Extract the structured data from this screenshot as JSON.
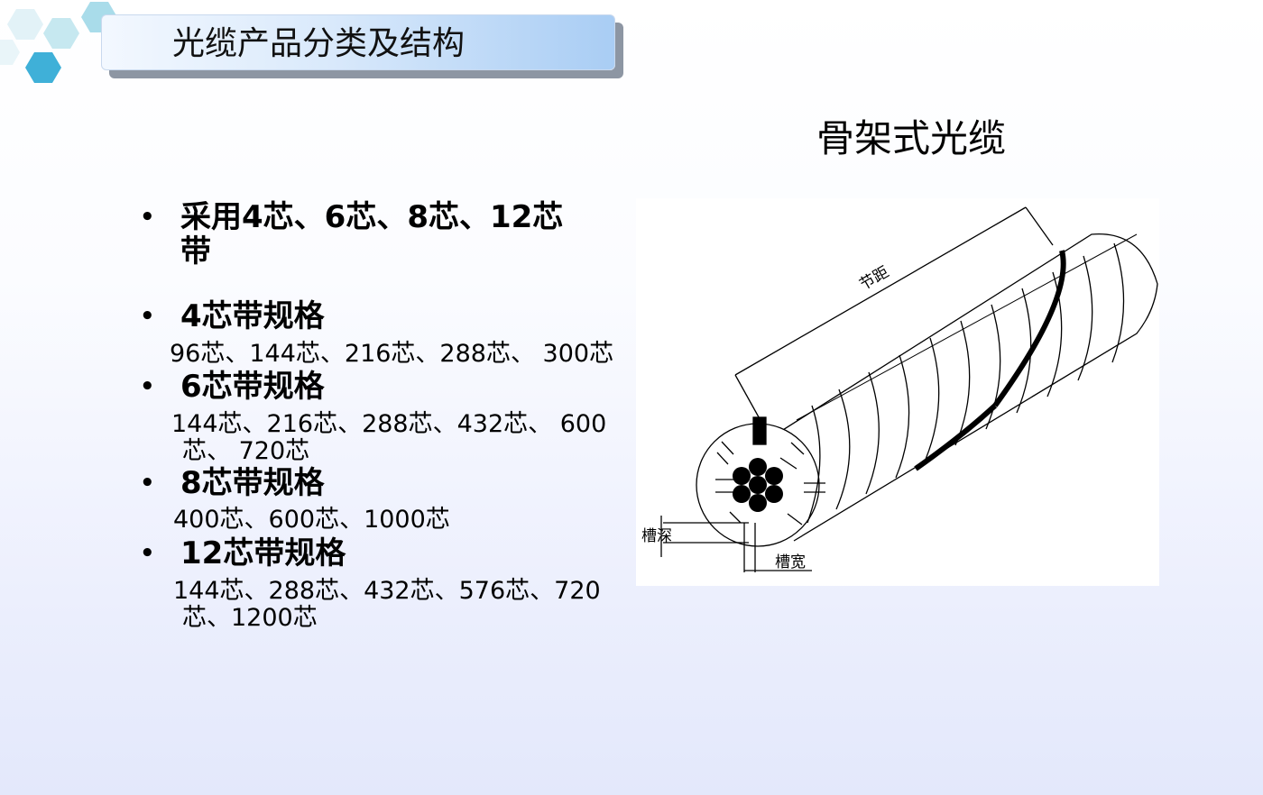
{
  "header": {
    "title": "光缆产品分类及结构"
  },
  "diagram": {
    "title": "骨架式光缆",
    "label_pitch": "节距",
    "label_slot_depth": "槽深",
    "label_slot_width": "槽宽"
  },
  "bullets": [
    {
      "heading_line1": "采用4芯、6芯、8芯、12芯",
      "heading_line2": "带"
    },
    {
      "heading": "4芯带规格",
      "detail_line1": "96芯、144芯、216芯、288芯、 300芯"
    },
    {
      "heading": "6芯带规格",
      "detail_line1": "144芯、216芯、288芯、432芯、 600",
      "detail_line2": "芯、 720芯"
    },
    {
      "heading": "8芯带规格",
      "detail_line1": "400芯、600芯、1000芯"
    },
    {
      "heading": "12芯带规格",
      "detail_line1": "144芯、288芯、432芯、576芯、720",
      "detail_line2": "芯、1200芯"
    }
  ],
  "bullet_symbol": "•"
}
